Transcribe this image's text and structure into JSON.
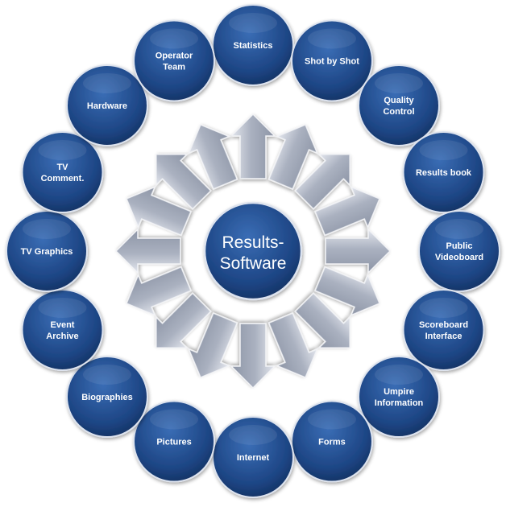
{
  "center": {
    "lines": [
      "Results-",
      "Software"
    ]
  },
  "nodes": [
    {
      "lines": [
        "Statistics"
      ]
    },
    {
      "lines": [
        "Shot by Shot"
      ]
    },
    {
      "lines": [
        "Quality",
        "Control"
      ]
    },
    {
      "lines": [
        "Results book"
      ]
    },
    {
      "lines": [
        "Public",
        "Videoboard"
      ]
    },
    {
      "lines": [
        "Scoreboard",
        "Interface"
      ]
    },
    {
      "lines": [
        "Umpire",
        "Information"
      ]
    },
    {
      "lines": [
        "Forms"
      ]
    },
    {
      "lines": [
        "Internet"
      ]
    },
    {
      "lines": [
        "Pictures"
      ]
    },
    {
      "lines": [
        "Biographies"
      ]
    },
    {
      "lines": [
        "Event",
        "Archive"
      ]
    },
    {
      "lines": [
        "TV Graphics"
      ]
    },
    {
      "lines": [
        "TV",
        "Comment."
      ]
    },
    {
      "lines": [
        "Hardware"
      ]
    },
    {
      "lines": [
        "Operator",
        "Team"
      ]
    }
  ],
  "colors": {
    "node": "#1d4584",
    "node_light": "#3a6db5",
    "arrow": "#a4abba",
    "arrow_light": "#e4e7ee"
  }
}
